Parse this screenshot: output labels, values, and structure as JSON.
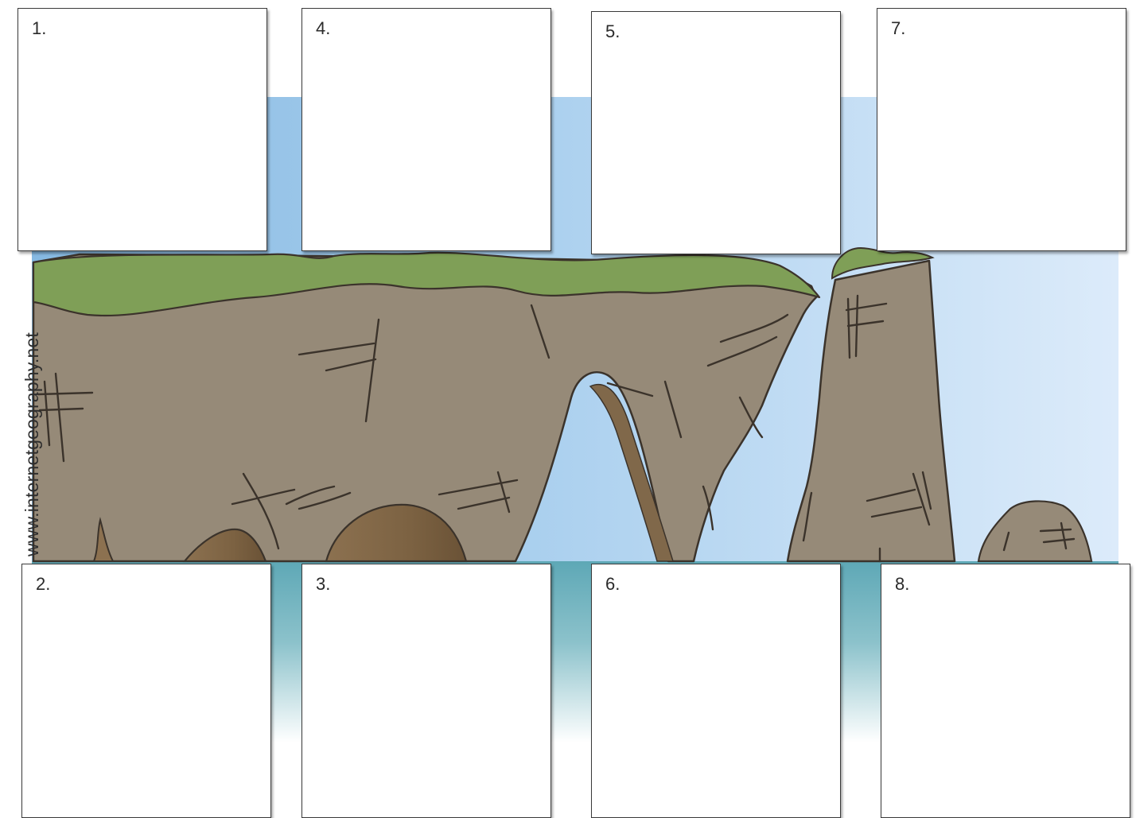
{
  "watermark": "www.internetgeography.net",
  "boxes": [
    {
      "id": "box-1",
      "number": "1."
    },
    {
      "id": "box-2",
      "number": "2."
    },
    {
      "id": "box-3",
      "number": "3."
    },
    {
      "id": "box-4",
      "number": "4."
    },
    {
      "id": "box-5",
      "number": "5."
    },
    {
      "id": "box-6",
      "number": "6."
    },
    {
      "id": "box-7",
      "number": "7."
    },
    {
      "id": "box-8",
      "number": "8."
    }
  ],
  "colors": {
    "sky_dark": "#8fbfe3",
    "sky_light": "#dbeaf8",
    "rock": "#968a78",
    "rock_outline": "#3b332b",
    "grass": "#7f9f57",
    "cave": "#7e6446",
    "sea": "#6fb4be"
  }
}
